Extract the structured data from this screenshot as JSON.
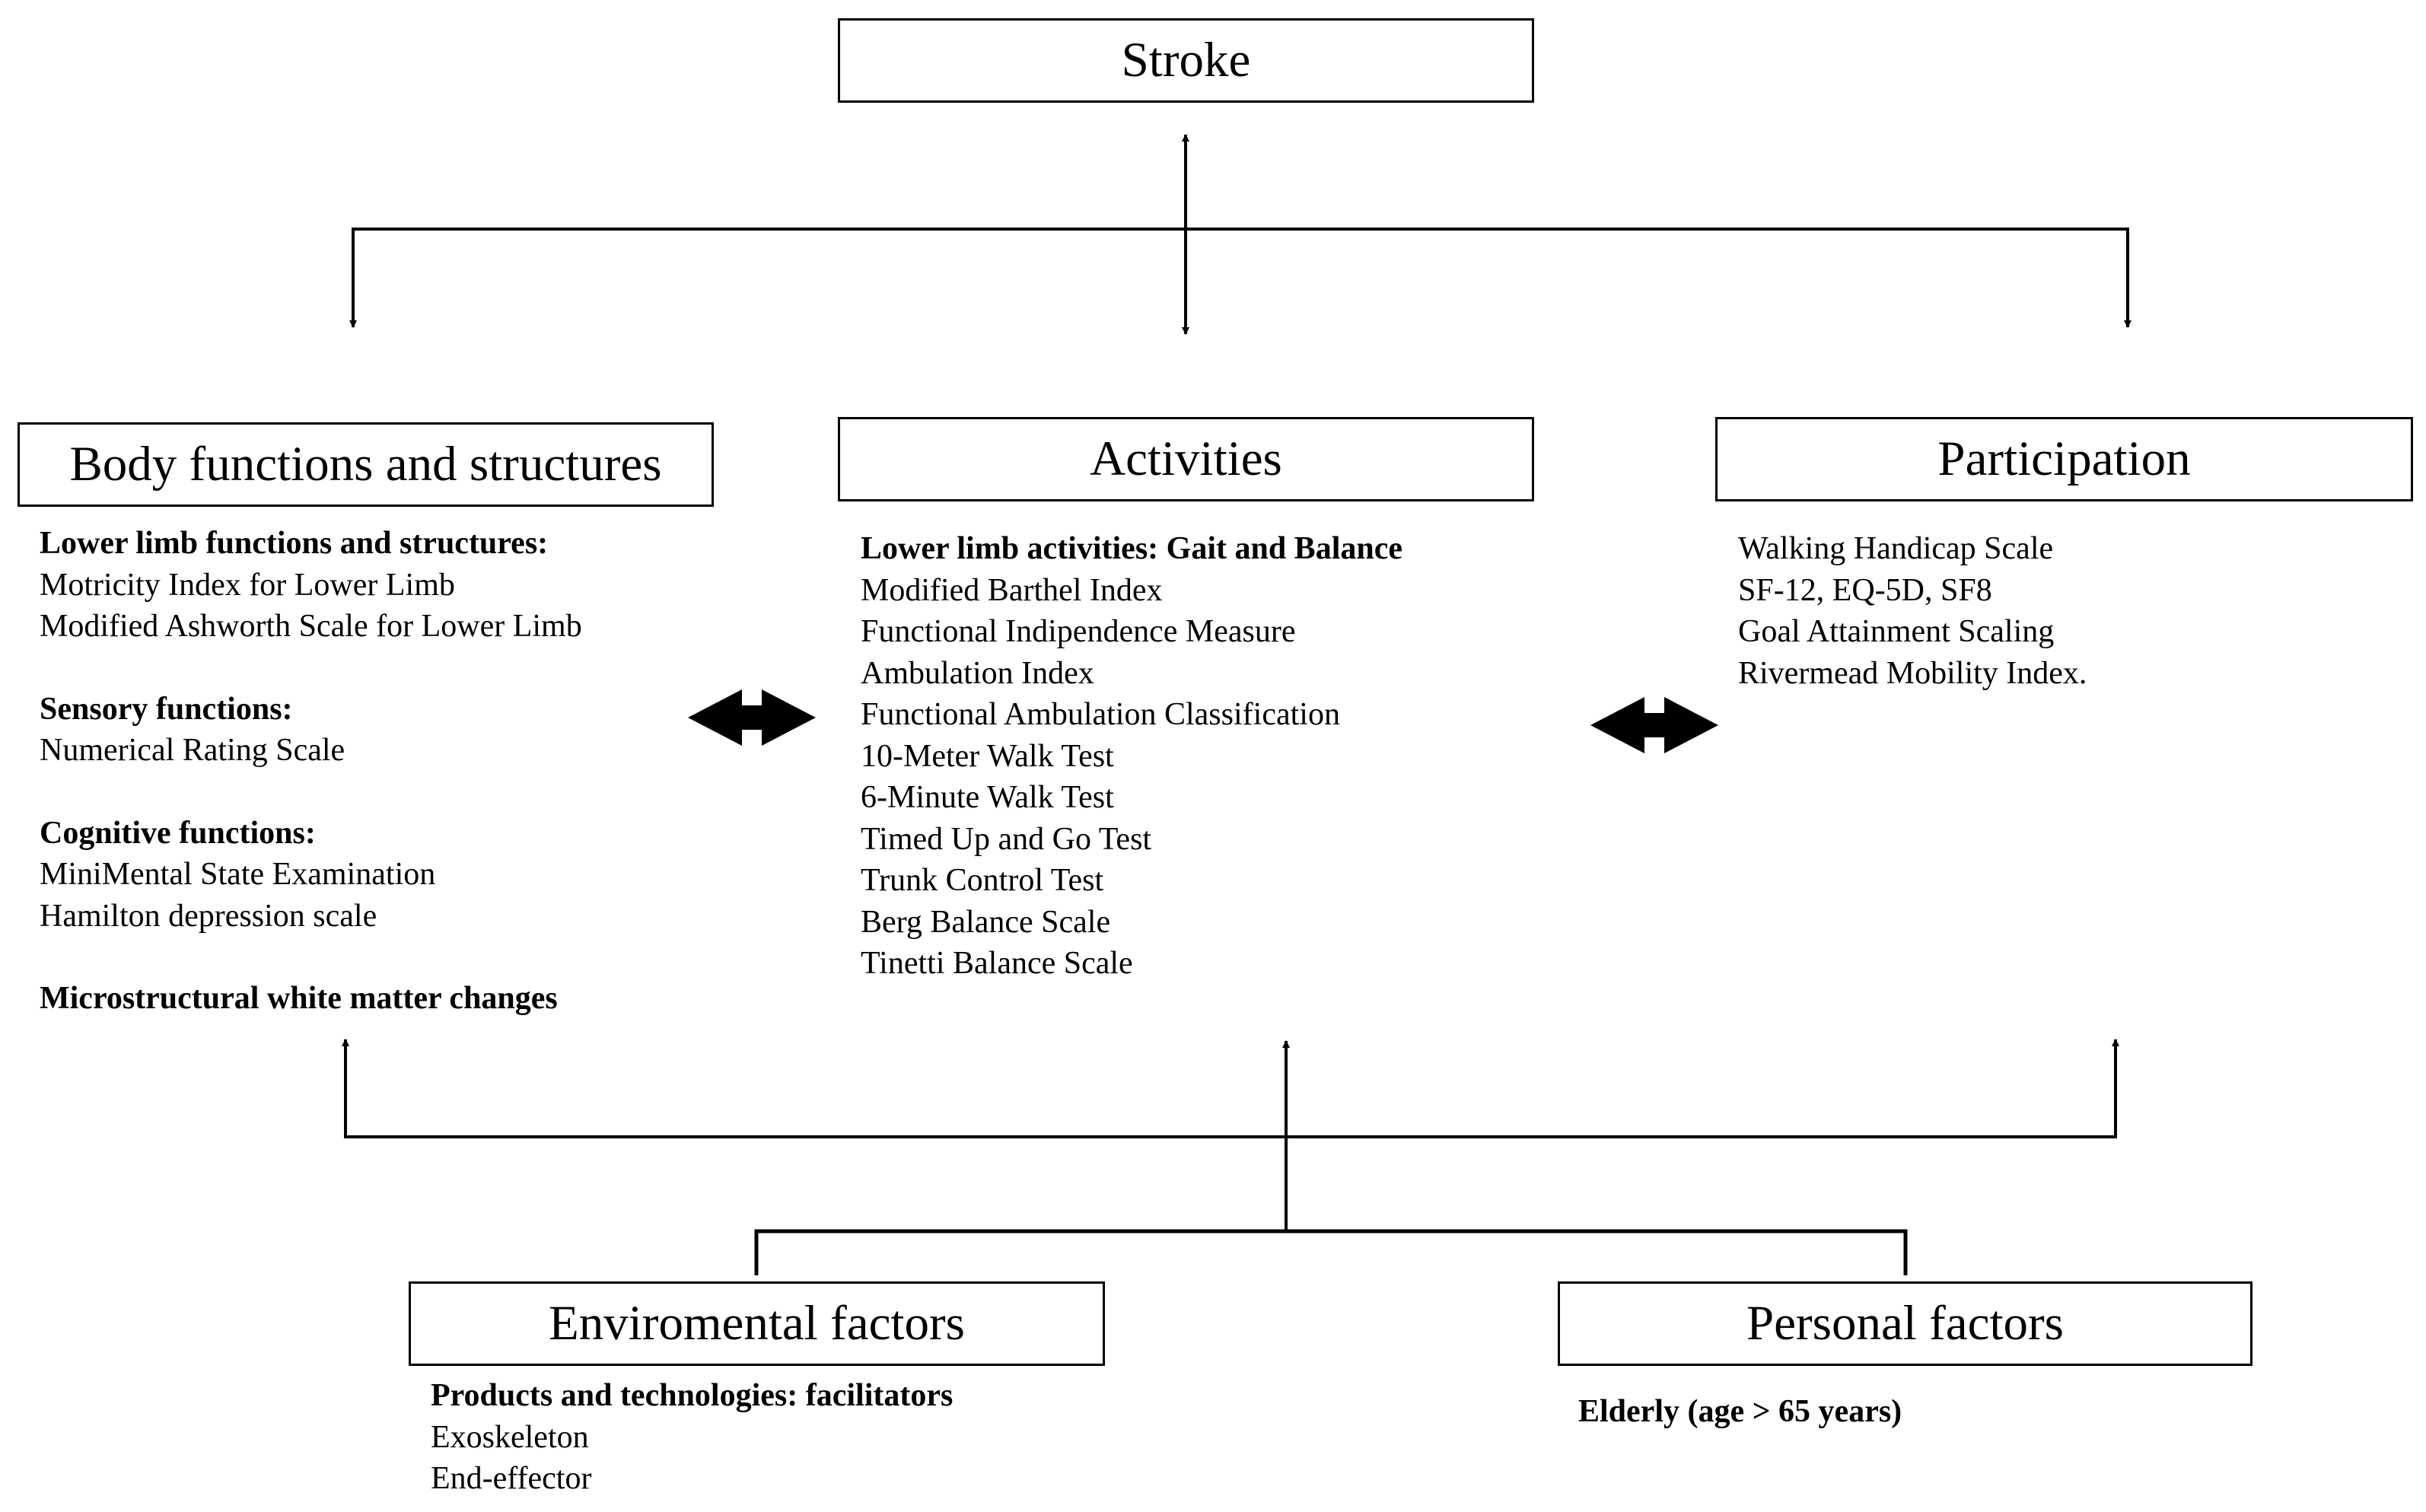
{
  "boxes": {
    "stroke": "Stroke",
    "body": "Body functions and structures",
    "activities": "Activities",
    "participation": "Participation",
    "environmental": "Enviromental factors",
    "personal": "Personal factors"
  },
  "body_block": {
    "lower_limb_head": "Lower limb functions and structures:",
    "lower_limb_items": [
      "Motricity Index for Lower Limb",
      "Modified Ashworth Scale for Lower Limb"
    ],
    "sensory_head": "Sensory functions:",
    "sensory_items": [
      "Numerical Rating Scale"
    ],
    "cognitive_head": "Cognitive functions:",
    "cognitive_items": [
      "MiniMental State Examination",
      "Hamilton depression scale"
    ],
    "white_matter_head": "Microstructural white matter changes"
  },
  "activities_block": {
    "head": "Lower limb activities: Gait and Balance",
    "items": [
      "Modified Barthel Index",
      "Functional Indipendence Measure",
      "Ambulation Index",
      "Functional Ambulation Classification",
      "10-Meter Walk Test",
      "6-Minute Walk Test",
      "Timed Up and Go Test",
      "Trunk Control Test",
      "Berg Balance Scale",
      "Tinetti Balance Scale"
    ]
  },
  "participation_block": {
    "items": [
      "Walking Handicap Scale",
      "SF-12, EQ-5D, SF8",
      "Goal Attainment Scaling",
      "Rivermead Mobility Index."
    ]
  },
  "environmental_block": {
    "head": "Products and technologies: facilitators",
    "items": [
      "Exoskeleton",
      "End-effector"
    ]
  },
  "personal_block": {
    "head": "Elderly (age > 65 years)"
  }
}
